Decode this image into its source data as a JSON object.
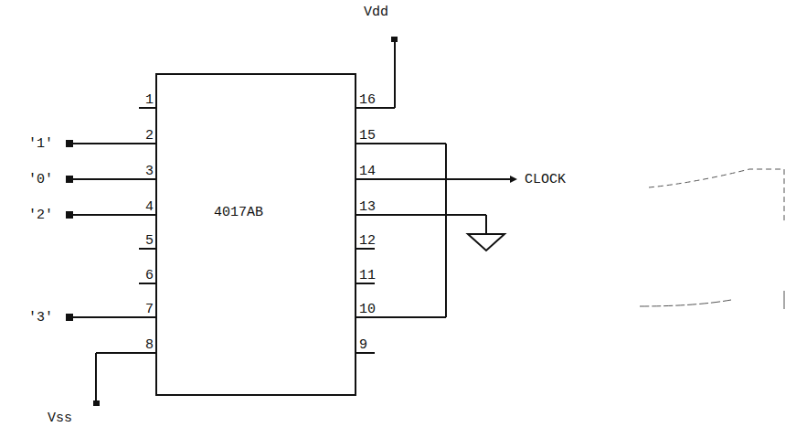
{
  "diagram": {
    "nodes": [
      {
        "text": [
          "4017AB"
        ]
      }
    ],
    "edges": [],
    "labels": [
      "1",
      "2",
      "3",
      "4",
      "5",
      "6",
      "7",
      "8",
      "16",
      "15",
      "14",
      "13",
      "12",
      "11",
      "10",
      "9",
      "'1'",
      "'0'",
      "'2'",
      "'3'",
      "Vdd",
      "Vss",
      "CLOCK"
    ]
  }
}
